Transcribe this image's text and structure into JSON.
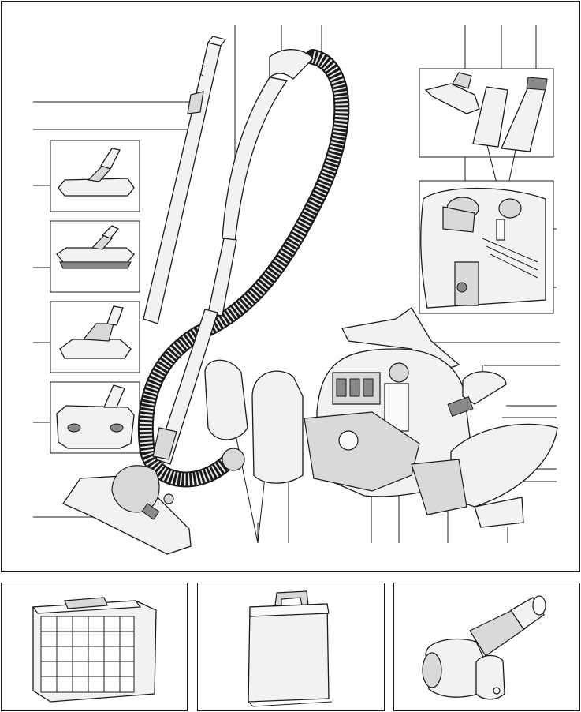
{
  "figure": {
    "callout_count_left": 7,
    "callout_count_top": 6,
    "callout_count_right": 9,
    "callout_count_bottom": 6
  },
  "colors": {
    "line": "#1a1a1a",
    "body": "#f2f2f2",
    "shade": "#d9d9d9",
    "dark": "#8a8a8a"
  },
  "accessories": [
    {
      "name": "exhaust-filter",
      "icon": "hepa-filter-icon"
    },
    {
      "name": "dust-bag",
      "icon": "dust-bag-icon"
    },
    {
      "name": "turbo-brush",
      "icon": "turbo-brush-icon"
    }
  ]
}
